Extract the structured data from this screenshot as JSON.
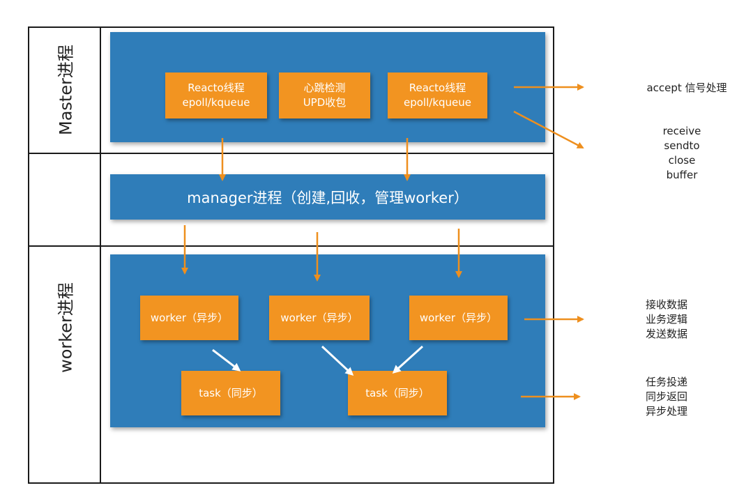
{
  "lanes": {
    "master": "Master进程",
    "worker": "worker进程"
  },
  "master": {
    "reactor_left": {
      "line1": "Reacto线程",
      "line2": "epoll/kqueue"
    },
    "heartbeat": {
      "line1": "心跳检测",
      "line2": "UPD收包"
    },
    "reactor_right": {
      "line1": "Reacto线程",
      "line2": "epoll/kqueue"
    }
  },
  "manager": {
    "label": "manager进程（创建,回收，管理worker）"
  },
  "workers": [
    {
      "label": "worker（异步）"
    },
    {
      "label": "worker（异步）"
    },
    {
      "label": "worker（异步）"
    }
  ],
  "tasks": [
    {
      "label": "task（同步）"
    },
    {
      "label": "task（同步）"
    }
  ],
  "notes": {
    "accept": "accept 信号处理",
    "reactor_ops": [
      "receive",
      "sendto",
      "close",
      "buffer"
    ],
    "worker_ops": [
      "接收数据",
      "业务逻辑",
      "发送数据"
    ],
    "task_ops": [
      "任务投递",
      "同步返回",
      "异步处理"
    ]
  },
  "colors": {
    "panel": "#2f7db9",
    "box": "#f29421",
    "arrow_orange": "#ee8f1e",
    "arrow_white": "#ffffff"
  }
}
